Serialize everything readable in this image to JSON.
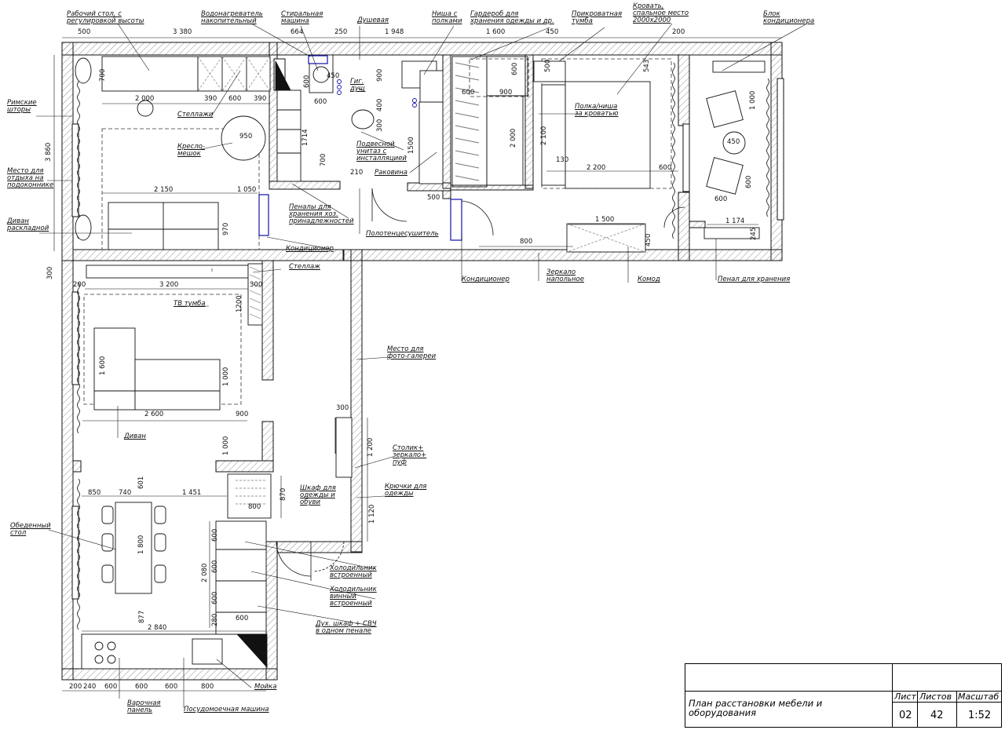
{
  "labels": {
    "work_desk": "Рабочий стол, с\nрегулировкой высоты",
    "water_heater": "Водонагреватель\nнакопительный",
    "washer": "Стиральная\nмашина",
    "shower": "Душевая",
    "niche_shelves": "Ниша с\nполками",
    "wardrobe": "Гардероб для\nхранения одежды и др.",
    "bedside": "Прикроватная\nтумба",
    "bed": "Кровать,\nспальное место\n2000x2000",
    "ac_unit": "Блок\nкондиционера",
    "roman_blinds": "Римские\nшторы",
    "rest_place": "Место для\nотдыха на\nподоконнике",
    "sofa_bed": "Диван\nраскладной",
    "shelving": "Стеллажи",
    "beanbag": "Кресло-\nмешок",
    "hyg_shower": "Гиг.\nдуш",
    "toilet": "Подвесной\nунитаз с\nинсталляцией",
    "sink": "Раковина",
    "shelf_niche": "Полка/ниша\nза кроватью",
    "pencils": "Пеналы для\nхранения хоз.\nпринадлежностей",
    "towel_rail": "Полотенцесушитель",
    "ac1": "Кондиционер",
    "ac2": "Кондиционер",
    "mirror": "Зеркало\nнапольное",
    "dresser": "Комод",
    "storage_pencil": "Пенал для хранения",
    "shelf": "Стеллаж",
    "tv_stand": "ТВ тумба",
    "photo_gallery": "Место для\nфото-галереи",
    "sofa": "Диван",
    "table_mirror": "Столик+\nзеркало+\nпуф",
    "wardrobe_shoes": "Шкаф для\nодежды и\nобуви",
    "hooks": "Крючки для\nодежды",
    "dining": "Обеденный\nстол",
    "fridge": "Холодильник\nвстроенный",
    "wine_fridge": "Холодильник\nвинный\nвстроенный",
    "oven": "Дух. шкаф + СВЧ\nв одном пенале",
    "cooktop": "Варочная\nпанель",
    "dishwasher": "Посудомоечная машина",
    "sink_kitchen": "Мойка"
  },
  "dims": {
    "d_500a": "500",
    "d_3380": "3 380",
    "d_664": "664",
    "d_250": "250",
    "d_1948": "1 948",
    "d_1600a": "1 600",
    "d_450": "450",
    "d_200a": "200",
    "d_700": "700",
    "d_2000a": "2 000",
    "d_390a": "390",
    "d_600a": "600",
    "d_390b": "390",
    "d_600b": "600",
    "d_600c": "600",
    "d_900a": "900",
    "d_400": "400",
    "d_300a": "300",
    "d_600d": "600",
    "d_900b": "900",
    "d_600e": "600",
    "d_500b": "500",
    "d_543": "543",
    "d_950": "950",
    "d_1714": "1714",
    "d_700b": "700",
    "d_1500a": "1500",
    "d_2000b": "2 000",
    "d_2100": "2 100",
    "d_130": "130",
    "d_2200": "2 200",
    "d_600f": "600",
    "d_1000a": "1 000",
    "d_450b": "450",
    "d_600g": "600",
    "d_600h": "600",
    "d_2150": "2 150",
    "d_1050": "1 050",
    "d_210": "210",
    "d_500c": "500",
    "d_970": "970",
    "d_1500b": "1 500",
    "d_1174": "1 174",
    "d_245": "245",
    "d_800a": "800",
    "d_450c": "450",
    "d_300b": "300",
    "d_3200": "3 200",
    "d_200b": "200",
    "d_300c": "300",
    "d_1200a": "1200",
    "d_1600b": "1 600",
    "d_1000b": "1 000",
    "d_2600": "2 600",
    "d_900c": "900",
    "d_1000c": "1 000",
    "d_300d": "300",
    "d_1200b": "1 200",
    "d_850": "850",
    "d_740": "740",
    "d_601": "601",
    "d_1451": "1 451",
    "d_870": "870",
    "d_800b": "800",
    "d_1120": "1 120",
    "d_1800": "1 800",
    "d_2080": "2 080",
    "d_600i": "600",
    "d_600j": "600",
    "d_600k": "600",
    "d_280": "280",
    "d_600l": "600",
    "d_877": "877",
    "d_2840": "2 840",
    "d_3860": "3 860",
    "d_200c": "200",
    "d_240": "240",
    "d_600m": "600",
    "d_600n": "600",
    "d_600o": "600",
    "d_800c": "800",
    "d_450d": "450"
  },
  "stamp": {
    "title": "План расстановки мебели и\nоборудования",
    "sheet_label": "Лист",
    "sheets_label": "Листов",
    "scale_label": "Масштаб",
    "sheet": "02",
    "sheets": "42",
    "scale": "1:52"
  }
}
